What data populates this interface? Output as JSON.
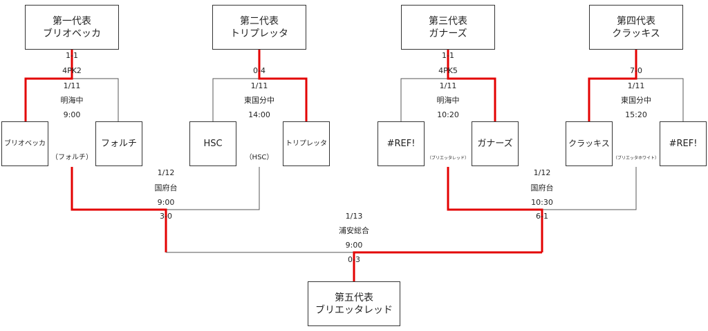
{
  "representatives": [
    {
      "title": "第一代表",
      "team": "ブリオベッカ"
    },
    {
      "title": "第二代表",
      "team": "トリプレッタ"
    },
    {
      "title": "第三代表",
      "team": "ガナーズ"
    },
    {
      "title": "第四代表",
      "team": "クラッキス"
    },
    {
      "title": "第五代表",
      "team": "ブリエッタレッド"
    }
  ],
  "teams": [
    "ブリオベッカ",
    "フォルチ",
    "HSC",
    "トリプレッタ",
    "#REF!",
    "ガナーズ",
    "クラッキス",
    "#REF!"
  ],
  "round1": [
    {
      "score": "1-1",
      "pk": "4PK2",
      "date": "1/11",
      "venue": "明海中",
      "time": "9:00",
      "loser_note": "（フォルチ）"
    },
    {
      "score": "0-4",
      "pk": "",
      "date": "1/11",
      "venue": "東国分中",
      "time": "14:00",
      "loser_note": "（HSC）"
    },
    {
      "score": "1-1",
      "pk": "4PK5",
      "date": "1/11",
      "venue": "明海中",
      "time": "10:20",
      "loser_note": "（ブリエッタレッド）"
    },
    {
      "score": "7-0",
      "pk": "",
      "date": "1/11",
      "venue": "東国分中",
      "time": "15:20",
      "loser_note": "（ブリエッタホワイト）"
    }
  ],
  "round2": [
    {
      "date": "1/12",
      "venue": "国府台",
      "time": "9:00",
      "score": "3-0"
    },
    {
      "date": "1/12",
      "venue": "国府台",
      "time": "10:30",
      "score": "6-1"
    }
  ],
  "final": {
    "date": "1/13",
    "venue": "浦安総合",
    "time": "9:00",
    "score": "0-3"
  }
}
